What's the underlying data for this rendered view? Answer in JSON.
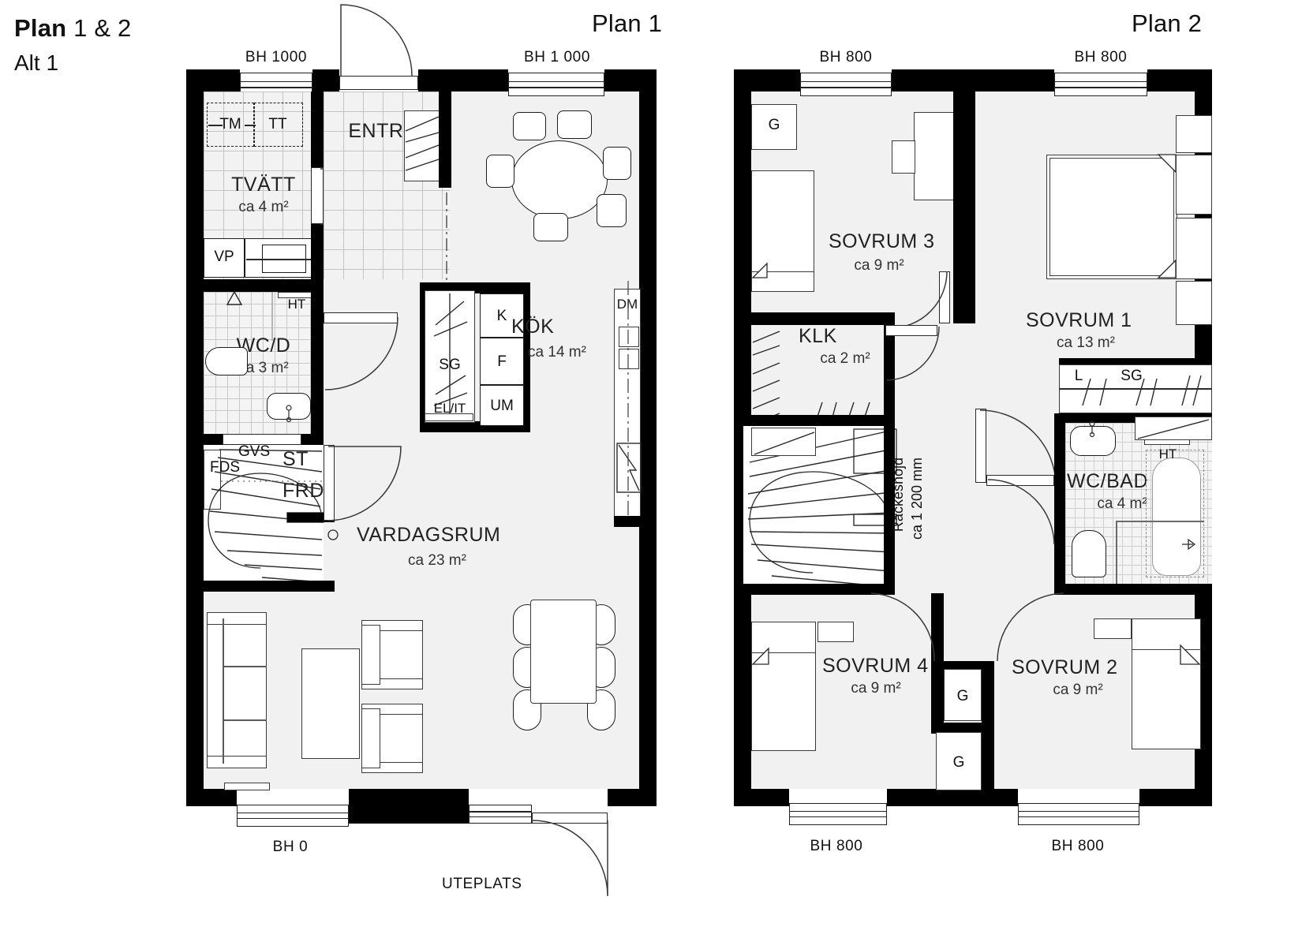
{
  "header": {
    "left_title_strong": "Plan",
    "left_title_light": " 1 & 2",
    "alt": "Alt 1",
    "plan1_title": "Plan 1",
    "plan2_title": "Plan 2"
  },
  "plan1": {
    "bh_top_left": "BH 1000",
    "bh_top_right": "BH 1 000",
    "bh_bottom": "BH 0",
    "uteplats": "UTEPLATS",
    "rooms": [
      {
        "name": "ENTRÉ",
        "area": ""
      },
      {
        "name": "TVÄTT",
        "area": "ca 4 m²"
      },
      {
        "name": "WC/D",
        "area": "ca 3 m²"
      },
      {
        "name": "KÖK",
        "area": "ca 14 m²"
      },
      {
        "name": "VARDAGSRUM",
        "area": "ca 23 m²"
      }
    ],
    "tags": {
      "tm": "TM",
      "tt": "TT",
      "vp": "VP",
      "ht": "HT",
      "gvs": "GVS",
      "st": "ST",
      "fds": "FDS",
      "frd": "FRD",
      "sg": "SG",
      "el_it": "EL/IT",
      "k": "K",
      "f": "F",
      "um": "UM",
      "dm": "DM"
    }
  },
  "plan2": {
    "bh_top_left": "BH 800",
    "bh_top_right": "BH 800",
    "bh_bottom_left": "BH 800",
    "bh_bottom_right": "BH 800",
    "railing_note": "Räckeshöjd\nca 1 200 mm",
    "railing_line1": "Räckeshöjd",
    "railing_line2": "ca 1 200 mm",
    "rooms": [
      {
        "name": "SOVRUM 3",
        "area": "ca 9 m²"
      },
      {
        "name": "SOVRUM 1",
        "area": "ca 13 m²"
      },
      {
        "name": "KLK",
        "area": "ca 2 m²"
      },
      {
        "name": "WC/BAD",
        "area": "ca 4 m²"
      },
      {
        "name": "SOVRUM 4",
        "area": "ca 9 m²"
      },
      {
        "name": "SOVRUM 2",
        "area": "ca 9 m²"
      }
    ],
    "tags": {
      "g1": "G",
      "g2": "G",
      "g3": "G",
      "l": "L",
      "sg": "SG",
      "ht": "HT"
    }
  },
  "colors": {
    "wall": "#000000",
    "floor": "#f1f1f1",
    "line": "#1d1d1d",
    "text": "#111111",
    "paper": "#ffffff"
  }
}
